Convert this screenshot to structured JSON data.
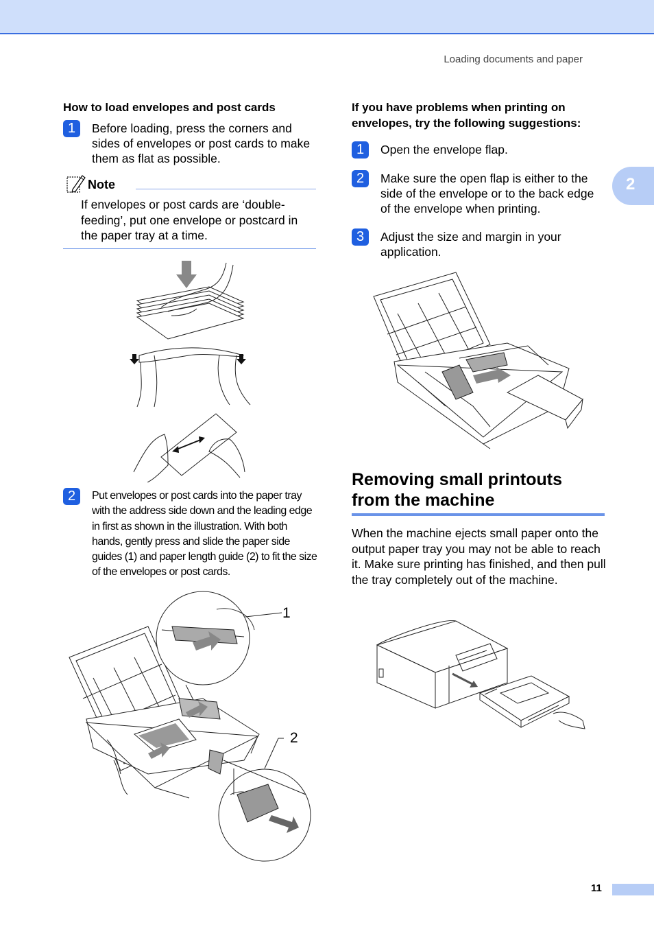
{
  "header": {
    "running_head": "Loading documents and paper"
  },
  "chapter_tab": {
    "number": "2"
  },
  "left": {
    "heading": "How to load envelopes and post cards",
    "steps": [
      {
        "num": "1",
        "text": "Before loading, press the corners and sides of envelopes or post cards to make them as flat as possible."
      },
      {
        "num": "2",
        "text": "Put envelopes or post cards into the paper tray with the address side down and the leading edge in first as shown in the illustration. With both hands, gently press and slide the paper side guides (1) and paper length guide (2) to fit the size of the envelopes or post cards."
      }
    ],
    "note": {
      "title": "Note",
      "text": "If envelopes or post cards are ‘double-feeding’, put one envelope or postcard in the paper tray at a time."
    },
    "callouts": {
      "one": "1",
      "two": "2"
    }
  },
  "right": {
    "heading": "If you have problems when printing on envelopes, try the following suggestions:",
    "steps": [
      {
        "num": "1",
        "text": "Open the envelope flap."
      },
      {
        "num": "2",
        "text": "Make sure the open flap is either to the side of the envelope or to the back edge of the envelope when printing."
      },
      {
        "num": "3",
        "text": "Adjust the size and margin in your application."
      }
    ],
    "section_title": "Removing small printouts from the machine",
    "section_body": "When the machine ejects small paper onto the output paper tray you may not be able to reach it. Make sure printing has finished, and then pull the tray completely out of the machine."
  },
  "footer": {
    "page_number": "11"
  },
  "colors": {
    "accent": "#1f5fe0",
    "header_band": "#cfdffb",
    "tab": "#b7cdf6",
    "rule": "#6a93e8"
  }
}
